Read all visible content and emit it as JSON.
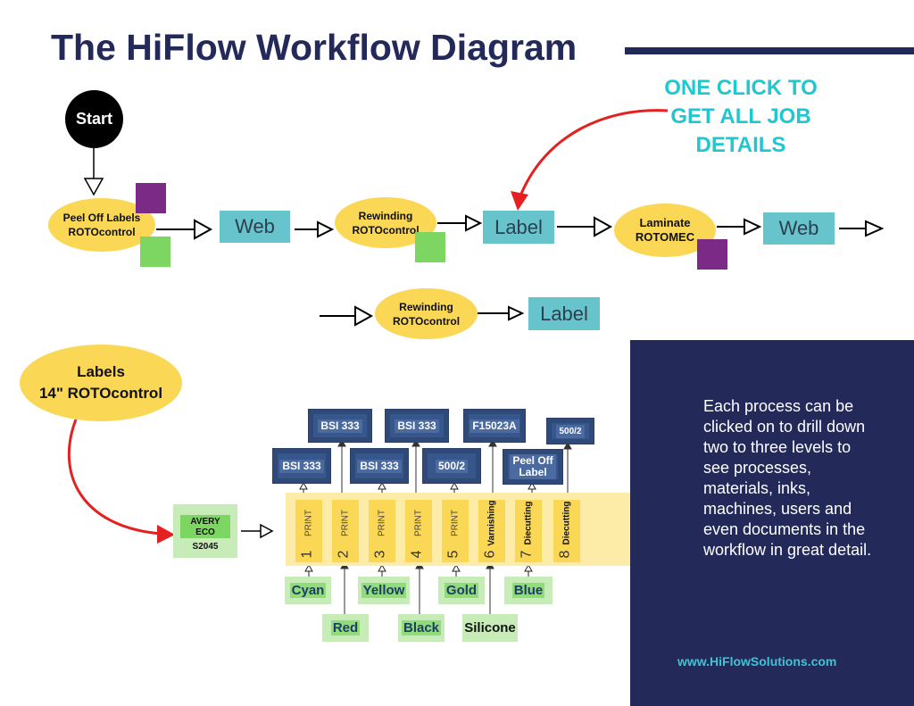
{
  "title": "The HiFlow Workflow Diagram",
  "callout": "ONE CLICK TO GET ALL JOB DETAILS",
  "start": "Start",
  "top_flow": {
    "peel_off": "Peel Off Labels\nROTOcontrol",
    "web1": "Web",
    "rewinding1": "Rewinding\nROTOcontrol",
    "label1": "Label",
    "laminate": "Laminate\nROTOMEC",
    "web2": "Web"
  },
  "middle_flow": {
    "rewinding2": "Rewinding\nROTOcontrol",
    "label2": "Label"
  },
  "labels_node": "Labels\n14\" ROTOcontrol",
  "material": {
    "line1": "AVERY\nECO",
    "line2": "S2045"
  },
  "stages": [
    {
      "num": "1",
      "label": "PRINT"
    },
    {
      "num": "2",
      "label": "PRINT"
    },
    {
      "num": "3",
      "label": "PRINT"
    },
    {
      "num": "4",
      "label": "PRINT"
    },
    {
      "num": "5",
      "label": "PRINT"
    },
    {
      "num": "6",
      "label": "Varnishing"
    },
    {
      "num": "7",
      "label": "Diecutting"
    },
    {
      "num": "8",
      "label": "Diecutting"
    }
  ],
  "lower_boxes": [
    "BSI 333",
    "BSI 333",
    "500/2",
    "Peel Off\nLabel"
  ],
  "upper_boxes": [
    "BSI 333",
    "BSI 333",
    "F15023A",
    "500/2"
  ],
  "inks": {
    "cyan": "Cyan",
    "yellow": "Yellow",
    "gold": "Gold",
    "blue": "Blue",
    "red": "Red",
    "black": "Black",
    "silicone": "Silicone"
  },
  "info_text": "Each process can be clicked on to drill down two to three levels to see processes, materials, inks, machines, users and even documents in the workflow in great detail.",
  "website": "www.HiFlowSolutions.com",
  "colors": {
    "navy": "#232a59",
    "yellow": "#fad755",
    "teal": "#67c4cd",
    "cyan_text": "#1fc7d1",
    "green": "#7dd562",
    "purple": "#7b2a86",
    "red_arrow": "#e42020"
  }
}
